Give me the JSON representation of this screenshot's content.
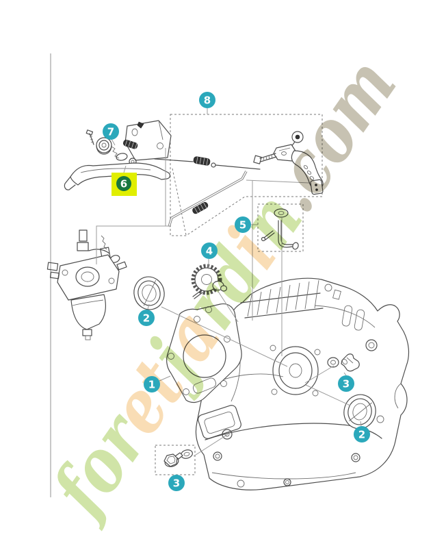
{
  "page": {
    "background": "#ffffff"
  },
  "colors": {
    "teal": "#2ba8bb",
    "highlight_square": "#e0ee00",
    "highlight_circle": "#17753f",
    "callout_number": "#ffffff",
    "line_art": "#4d4d4d",
    "leader_line": "#9b9b9b",
    "side_border": "#b5b5b5"
  },
  "watermark": {
    "text": "foretjardin.com",
    "tones": {
      "green": "#c8e098",
      "peach": "#f8d7a8",
      "olive": "#bdb8a4"
    },
    "letters": [
      {
        "ch": "f",
        "tone": "green"
      },
      {
        "ch": "o",
        "tone": "green"
      },
      {
        "ch": "r",
        "tone": "green"
      },
      {
        "ch": "e",
        "tone": "peach"
      },
      {
        "ch": "t",
        "tone": "peach"
      },
      {
        "ch": "j",
        "tone": "green"
      },
      {
        "ch": "a",
        "tone": "peach"
      },
      {
        "ch": "r",
        "tone": "green"
      },
      {
        "ch": "d",
        "tone": "green"
      },
      {
        "ch": "i",
        "tone": "peach"
      },
      {
        "ch": "n",
        "tone": "green"
      },
      {
        "ch": ".",
        "tone": "olive"
      },
      {
        "ch": "c",
        "tone": "olive"
      },
      {
        "ch": "o",
        "tone": "olive"
      },
      {
        "ch": "m",
        "tone": "olive"
      }
    ]
  },
  "callouts": [
    {
      "label": "8",
      "name": "callout-8"
    },
    {
      "label": "7",
      "name": "callout-7"
    },
    {
      "label": "6",
      "name": "callout-6-highlighted"
    },
    {
      "label": "5",
      "name": "callout-5"
    },
    {
      "label": "4",
      "name": "callout-4"
    },
    {
      "label": "2",
      "name": "callout-2-left"
    },
    {
      "label": "1",
      "name": "callout-1"
    },
    {
      "label": "3",
      "name": "callout-3-right"
    },
    {
      "label": "2",
      "name": "callout-2-right"
    },
    {
      "label": "3",
      "name": "callout-3-bottom"
    }
  ]
}
